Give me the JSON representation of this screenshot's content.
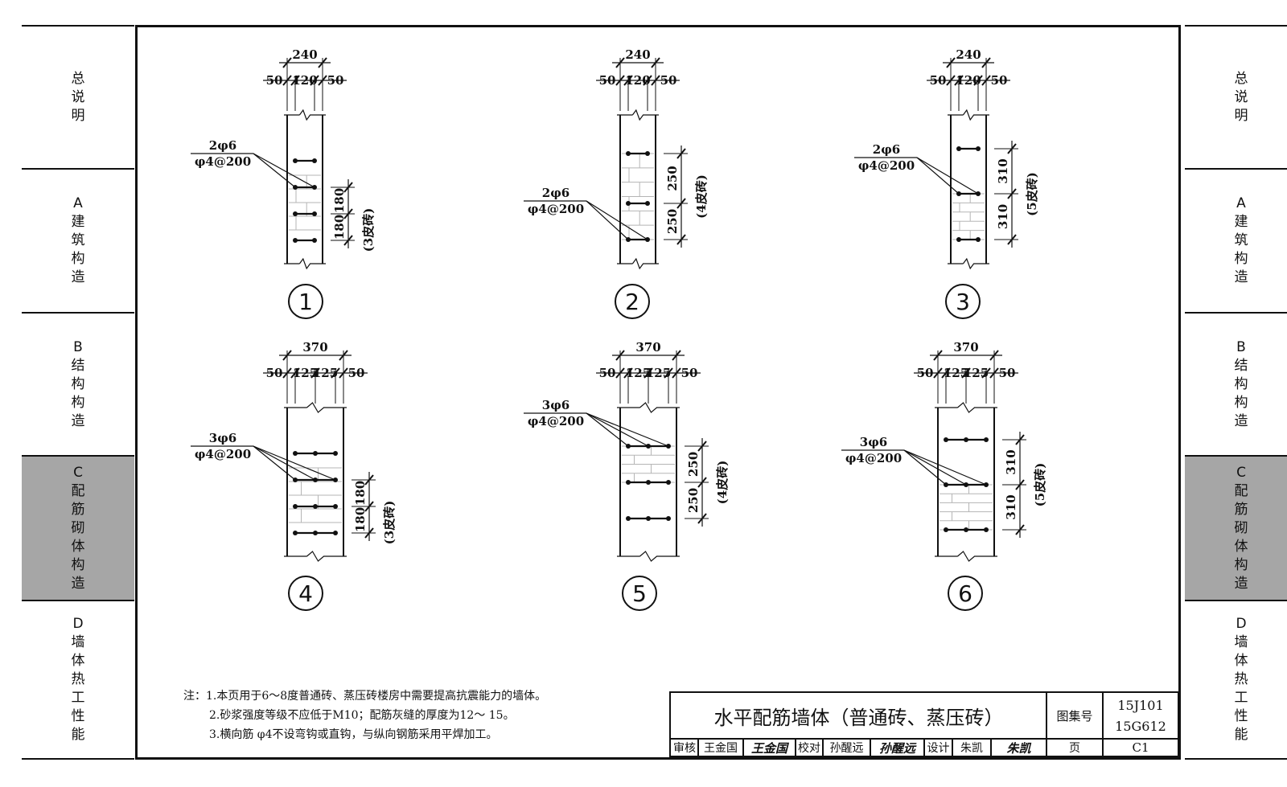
{
  "sidebar": {
    "sections": [
      {
        "code": "",
        "label": "总说明",
        "active": false
      },
      {
        "code": "A",
        "label": "建筑构造",
        "active": false
      },
      {
        "code": "B",
        "label": "结构构造",
        "active": false
      },
      {
        "code": "C",
        "label": "配筋砌体构造",
        "active": true
      },
      {
        "code": "D",
        "label": "墙体热工性能",
        "active": false
      }
    ]
  },
  "colors": {
    "line": "#111111",
    "active_tab": "#a6a6a6",
    "background": "#ffffff"
  },
  "details": [
    {
      "num": "1",
      "width": "240",
      "parts": [
        "50",
        "120",
        "50"
      ],
      "rebar": "2φ6",
      "tie": "φ4@200",
      "spacing": [
        "180",
        "180"
      ],
      "course": "(3皮砖)"
    },
    {
      "num": "2",
      "width": "240",
      "parts": [
        "50",
        "120",
        "50"
      ],
      "rebar": "2φ6",
      "tie": "φ4@200",
      "spacing": [
        "250",
        "250"
      ],
      "course": "(4皮砖)"
    },
    {
      "num": "3",
      "width": "240",
      "parts": [
        "50",
        "120",
        "50"
      ],
      "rebar": "2φ6",
      "tie": "φ4@200",
      "spacing": [
        "310",
        "310"
      ],
      "course": "(5皮砖)"
    },
    {
      "num": "4",
      "width": "370",
      "parts": [
        "50",
        "125",
        "125",
        "50"
      ],
      "rebar": "3φ6",
      "tie": "φ4@200",
      "spacing": [
        "180",
        "180"
      ],
      "course": "(3皮砖)"
    },
    {
      "num": "5",
      "width": "370",
      "parts": [
        "50",
        "125",
        "125",
        "50"
      ],
      "rebar": "3φ6",
      "tie": "φ4@200",
      "spacing": [
        "250",
        "250"
      ],
      "course": "(4皮砖)"
    },
    {
      "num": "6",
      "width": "370",
      "parts": [
        "50",
        "125",
        "125",
        "50"
      ],
      "rebar": "3φ6",
      "tie": "φ4@200",
      "spacing": [
        "310",
        "310"
      ],
      "course": "(5皮砖)"
    }
  ],
  "notes": {
    "label": "注：",
    "items": [
      "1.本页用于6～8度普通砖、蒸压砖楼房中需要提高抗震能力的墙体。",
      "2.砂浆强度等级不应低于M10；配筋灰缝的厚度为12～ 15。",
      "3.横向筋 φ4不设弯钩或直钩，与纵向钢筋采用平焊加工。"
    ]
  },
  "title_block": {
    "title": "水平配筋墙体（普通砖、蒸压砖）",
    "atlas_label": "图集号",
    "atlas_no_1": "15J101",
    "atlas_no_2": "15G612",
    "review_label": "审核",
    "reviewer": "王金国",
    "reviewer_sig": "王金国",
    "check_label": "校对",
    "checker": "孙醒远",
    "checker_sig": "孙醒远",
    "design_label": "设计",
    "designer": "朱凯",
    "designer_sig": "朱凯",
    "page_label": "页",
    "page_no": "C1"
  }
}
